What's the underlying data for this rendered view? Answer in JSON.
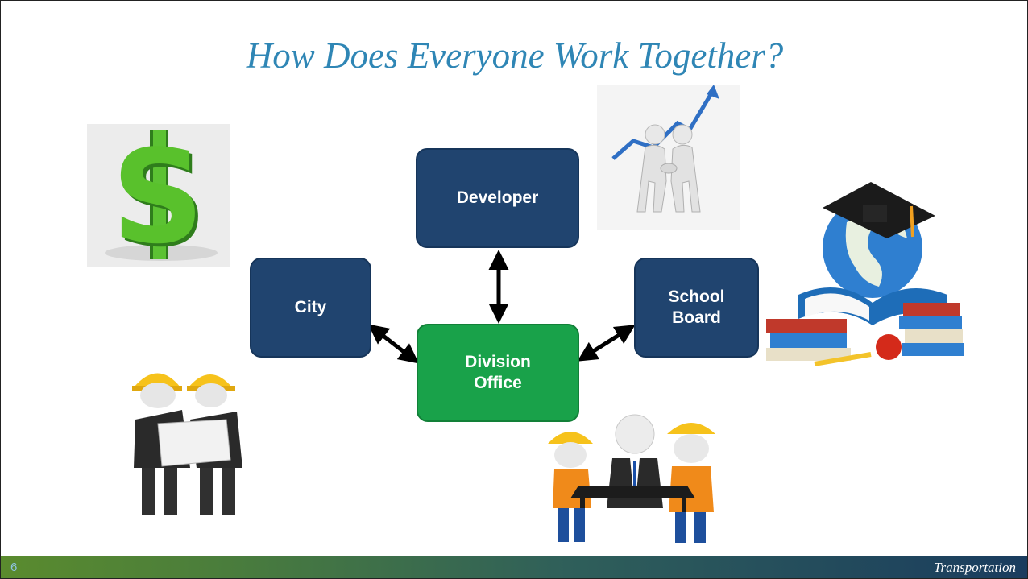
{
  "slide": {
    "title": "How Does Everyone Work Together?",
    "page_number": "6",
    "footer_brand": "Transportation"
  },
  "nodes": {
    "developer": "Developer",
    "city": "City",
    "school_board": "School\nBoard",
    "division_office": "Division\nOffice"
  },
  "edges": [
    {
      "from": "developer",
      "to": "division_office",
      "style": "double-arrow"
    },
    {
      "from": "city",
      "to": "division_office",
      "style": "double-arrow"
    },
    {
      "from": "school_board",
      "to": "division_office",
      "style": "double-arrow"
    }
  ],
  "colors": {
    "title": "#2f86b5",
    "stakeholder_box": "#20446f",
    "hub_box": "#19a24a",
    "arrow": "#000000",
    "dollar": "#4caf2a",
    "hard_hat": "#f6c21b"
  },
  "images": [
    {
      "name": "dollar-sign-image"
    },
    {
      "name": "handshake-growth-image"
    },
    {
      "name": "globe-books-image"
    },
    {
      "name": "engineers-blueprint-image"
    },
    {
      "name": "team-planning-table-image"
    }
  ]
}
